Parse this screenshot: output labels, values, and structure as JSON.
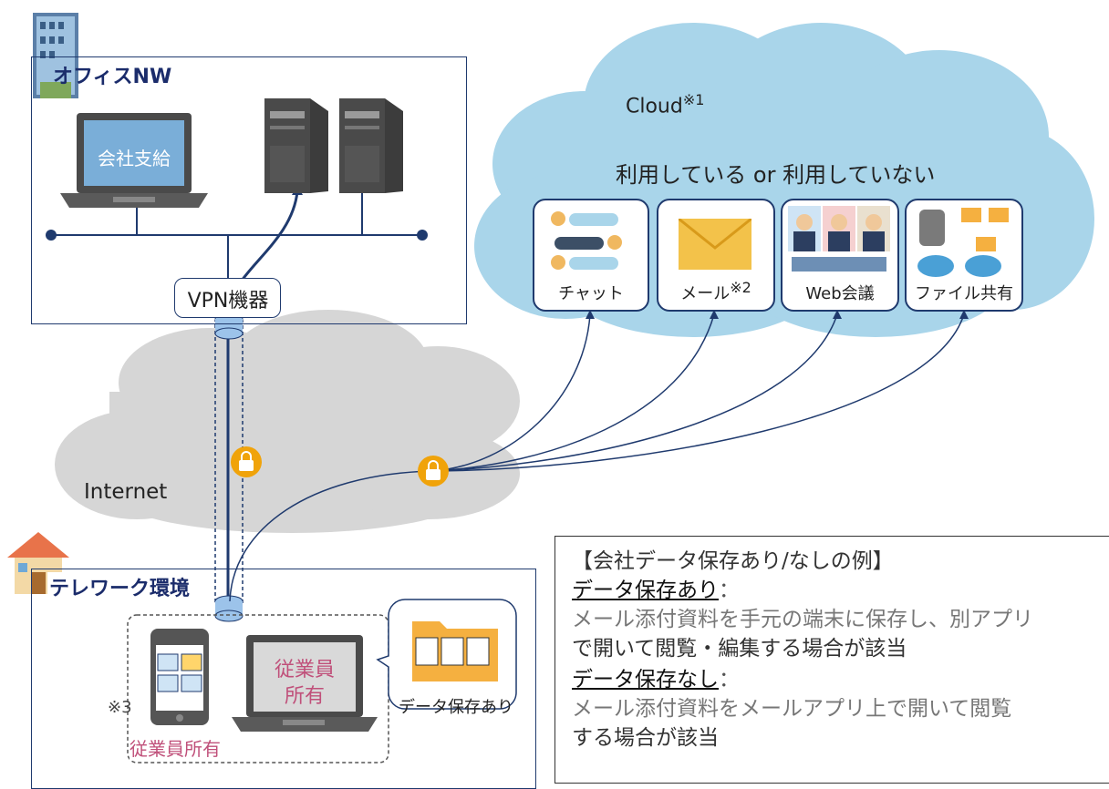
{
  "office": {
    "title": "オフィスNW",
    "laptop_label": "会社支給",
    "vpn_label": "VPN機器"
  },
  "cloud": {
    "title": "Cloud",
    "title_mark": "※1",
    "usage": "利用している or 利用していない",
    "services": [
      {
        "label": "チャット",
        "mark": "",
        "icon": "chat-icon"
      },
      {
        "label": "メール",
        "mark": "※2",
        "icon": "mail-envelope-icon"
      },
      {
        "label": "Web会議",
        "mark": "",
        "icon": "video-conference-icon"
      },
      {
        "label": "ファイル共有",
        "mark": "",
        "icon": "file-share-icon"
      }
    ]
  },
  "internet": {
    "label": "Internet"
  },
  "telework": {
    "title": "テレワーク環境",
    "laptop_label_line1": "従業員",
    "laptop_label_line2": "所有",
    "phone_caption": "従業員所有",
    "phone_mark": "※3",
    "storage_callout": "データ保存あり"
  },
  "note": {
    "heading": "【会社データ保存あり/なしの例】",
    "with_title": "データ保存あり",
    "with_colon": "：",
    "with_line1": "メール添付資料を手元の端末に保存し、別アプリ",
    "with_line2": "で開いて閲覧・編集する場合が該当",
    "without_title": "データ保存なし",
    "without_colon": "：",
    "without_line1": "メール添付資料をメールアプリ上で開いて閲覧",
    "without_line2": "する場合が該当"
  },
  "colors": {
    "navy": "#1f3a6e",
    "cloud_blue": "#a9d5ea",
    "internet_gray": "#d6d6d6",
    "lock_orange": "#f0a30a",
    "employee_pink": "#c0507a",
    "folder_orange": "#f5b040"
  }
}
